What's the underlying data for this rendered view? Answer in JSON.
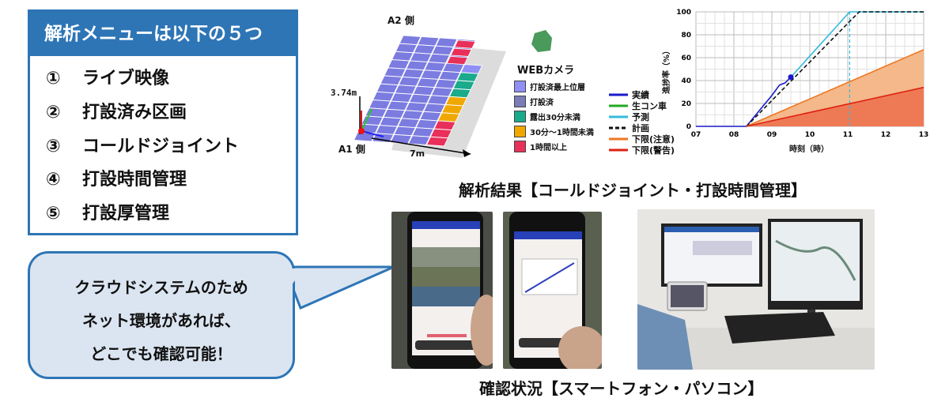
{
  "menu": {
    "title": "解析メニューは以下の５つ",
    "items": [
      {
        "num": "①",
        "label": "ライブ映像"
      },
      {
        "num": "②",
        "label": "打設済み区画"
      },
      {
        "num": "③",
        "label": "コールドジョイント"
      },
      {
        "num": "④",
        "label": "打設時間管理"
      },
      {
        "num": "⑤",
        "label": "打設厚管理"
      }
    ]
  },
  "bubble": {
    "lines": [
      "クラウドシステムのため",
      "ネット環境があれば、",
      "どこでも確認可能！"
    ]
  },
  "diagram": {
    "a2": "A2 側",
    "a1": "A1 側",
    "height": "3.74m",
    "width": "7m",
    "camera": "WEBカメラ",
    "legend": [
      {
        "label": "打設済最上位層",
        "color": "#8f8ff5"
      },
      {
        "label": "打設済",
        "color": "#7b7bb8"
      },
      {
        "label": "露出30分未満",
        "color": "#1aaa8c"
      },
      {
        "label": "30分～1時間未満",
        "color": "#f0a800"
      },
      {
        "label": "1時間以上",
        "color": "#e8305a"
      }
    ]
  },
  "chart_data": {
    "type": "line",
    "xlabel": "時刻（時）",
    "ylabel": "進捗率（%）",
    "xlim": [
      7,
      13
    ],
    "ylim": [
      0,
      100
    ],
    "x_ticks": [
      "07",
      "08",
      "09",
      "10",
      "11",
      "12",
      "13"
    ],
    "y_ticks": [
      "0",
      "20",
      "40",
      "60",
      "80",
      "100"
    ],
    "grid": true,
    "legend_position": "left",
    "series": [
      {
        "name": "実績",
        "color": "#1a1acc",
        "points": [
          [
            7,
            0
          ],
          [
            8.33,
            0
          ],
          [
            8.7,
            15
          ],
          [
            9.0,
            27
          ],
          [
            9.2,
            36
          ],
          [
            9.35,
            38
          ],
          [
            9.5,
            43
          ]
        ]
      },
      {
        "name": "生コン車",
        "color": "#22aa22",
        "points": []
      },
      {
        "name": "予測",
        "color": "#33bbdd",
        "points": [
          [
            9.5,
            43
          ],
          [
            11.05,
            100
          ],
          [
            13,
            100
          ]
        ]
      },
      {
        "name": "計画",
        "color": "#111111",
        "dashed": true,
        "points": [
          [
            8.33,
            0
          ],
          [
            11.3,
            100
          ],
          [
            13,
            100
          ]
        ]
      },
      {
        "name": "下限(注意)",
        "color": "#ee7722",
        "points": [
          [
            8.33,
            0
          ],
          [
            13,
            67
          ]
        ]
      },
      {
        "name": "下限(警告)",
        "color": "#dd2211",
        "points": [
          [
            8.33,
            0
          ],
          [
            13,
            34
          ]
        ]
      }
    ],
    "current_point": [
      9.5,
      43
    ],
    "predicted_finish": 11.05
  },
  "captions": {
    "analysis": "解析結果【コールドジョイント・打設時間管理】",
    "check": "確認状況【スマートフォン・パソコン】"
  }
}
